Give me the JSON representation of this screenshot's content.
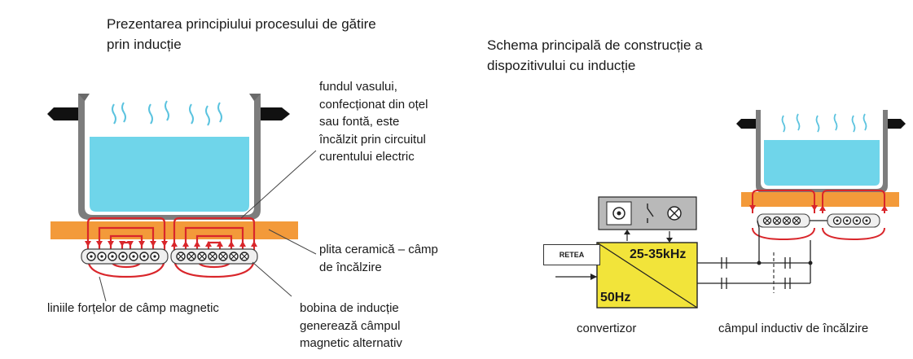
{
  "left": {
    "title_line1": "Prezentarea principiului procesului de gătire",
    "title_line2": "prin inducție",
    "label_pot_bottom": "fundul vasului,\nconfecționat din oțel\nsau fontă, este\nîncălzit prin circuitul\ncurentului electric",
    "label_ceramic": "plita ceramică – câmp\nde încălzire",
    "label_field_lines": "liniile forțelor de câmp magnetic",
    "label_coil": "bobina de inducție\ngenerează câmpul\nmagnetic alternativ"
  },
  "right": {
    "title_line1": "Schema principală de construcție a",
    "title_line2": "dispozitivului cu inducție",
    "mains_label": "RETEA",
    "freq_high": "25-35kHz",
    "freq_low": "50Hz",
    "label_converter": "convertizor",
    "label_inductive_field": "câmpul inductiv de încălzire"
  },
  "colors": {
    "water": "#6fd5ea",
    "steam": "#5bc3df",
    "hob": "#f39a3a",
    "field_lines": "#d9262b",
    "pot_metal": "#7d7d7d",
    "converter": "#f2e43a",
    "control_box": "#b9b9b9"
  }
}
